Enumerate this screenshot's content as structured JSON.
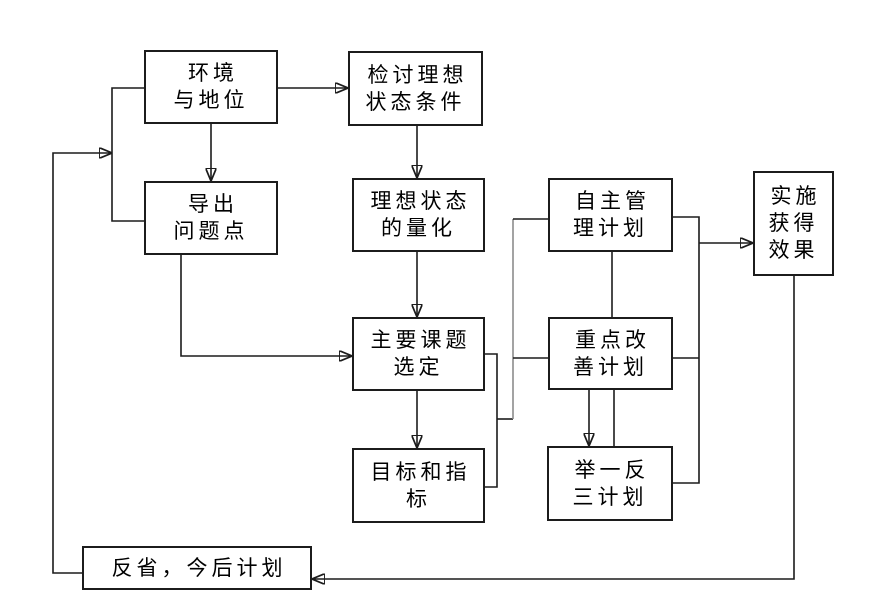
{
  "colors": {
    "background": "#ffffff",
    "line": "#1c1c1c",
    "secondary_line": "#8c8c8c",
    "box_border": "#1c1c1c",
    "box_fill": "#ffffff",
    "text": "#000000"
  },
  "diagram": {
    "type": "flowchart",
    "nodes": {
      "env": {
        "label": "环境\n与地位"
      },
      "review": {
        "label": "检讨理想\n状态条件"
      },
      "derive": {
        "label": "导出\n问题点"
      },
      "quantify": {
        "label": "理想状态\n的量化"
      },
      "topic": {
        "label": "主要课题\n选定"
      },
      "goals": {
        "label": "目标和指\n标"
      },
      "self_mgmt": {
        "label": "自主管\n理计划"
      },
      "key_improve": {
        "label": "重点改\n善计划"
      },
      "infer": {
        "label": "举一反\n三计划"
      },
      "implement": {
        "label": "实施\n获得\n效果"
      },
      "reflect": {
        "label": "反省，今后计划"
      }
    },
    "edges": [
      {
        "from": "env",
        "to": "review",
        "arrow": true
      },
      {
        "from": "env",
        "to": "derive",
        "arrow": true
      },
      {
        "from": "review",
        "to": "quantify",
        "arrow": true
      },
      {
        "from": "quantify",
        "to": "topic",
        "arrow": true
      },
      {
        "from": "topic",
        "to": "goals",
        "arrow": true
      },
      {
        "from": "derive",
        "to": "topic",
        "arrow": true
      },
      {
        "from": "topic",
        "to": "self_mgmt",
        "arrow": false
      },
      {
        "from": "topic",
        "to": "key_improve",
        "arrow": false
      },
      {
        "from": "goals",
        "to": "self_mgmt",
        "arrow": false
      },
      {
        "from": "goals",
        "to": "key_improve",
        "arrow": false
      },
      {
        "from": "self_mgmt",
        "to": "key_improve",
        "arrow": false
      },
      {
        "from": "key_improve",
        "to": "infer",
        "arrow": true
      },
      {
        "from": "self_mgmt",
        "to": "implement",
        "arrow": true
      },
      {
        "from": "key_improve",
        "to": "implement",
        "arrow": true
      },
      {
        "from": "infer",
        "to": "implement",
        "arrow": true
      },
      {
        "from": "implement",
        "to": "reflect",
        "arrow": true
      },
      {
        "from": "reflect",
        "to": "env",
        "arrow": true
      },
      {
        "from": "reflect",
        "to": "derive",
        "arrow": true
      }
    ]
  }
}
